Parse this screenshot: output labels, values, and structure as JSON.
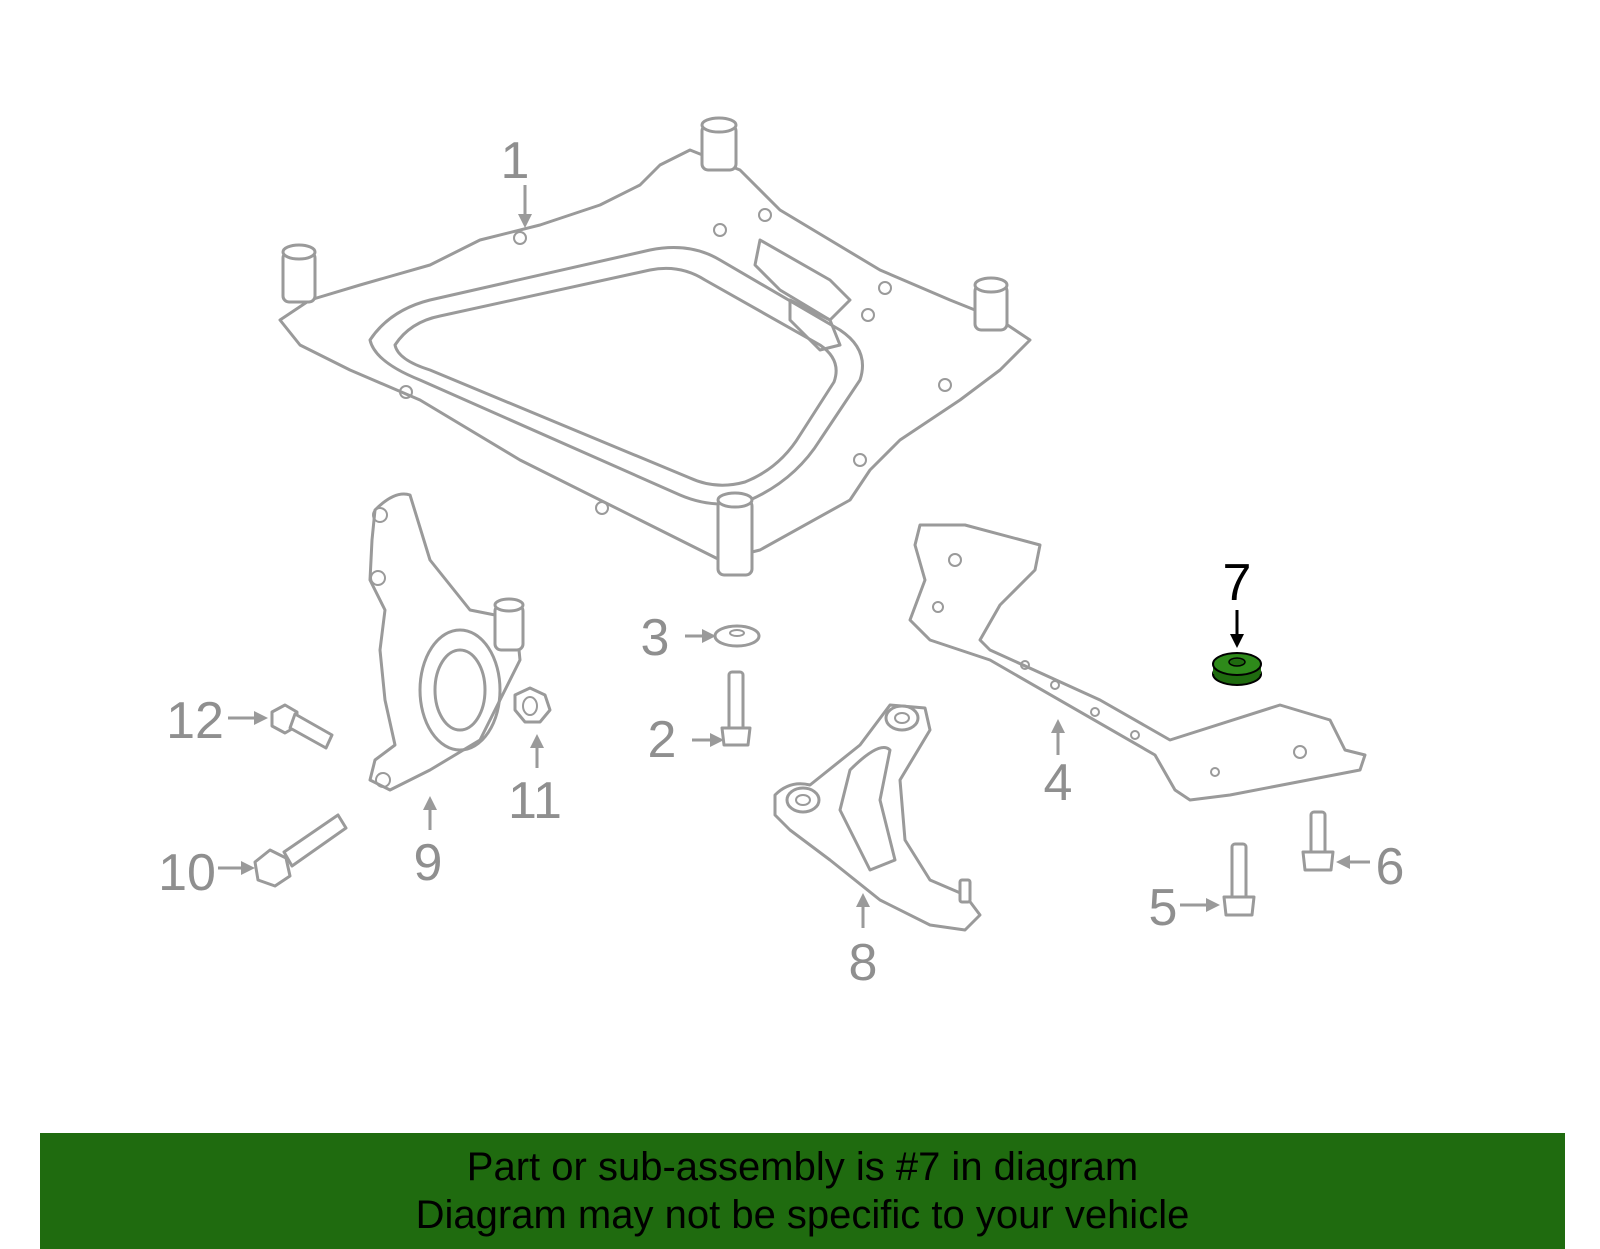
{
  "diagram": {
    "callouts": [
      {
        "id": "1",
        "label": "1"
      },
      {
        "id": "2",
        "label": "2"
      },
      {
        "id": "3",
        "label": "3"
      },
      {
        "id": "4",
        "label": "4"
      },
      {
        "id": "5",
        "label": "5"
      },
      {
        "id": "6",
        "label": "6"
      },
      {
        "id": "7",
        "label": "7"
      },
      {
        "id": "8",
        "label": "8"
      },
      {
        "id": "9",
        "label": "9"
      },
      {
        "id": "10",
        "label": "10"
      },
      {
        "id": "11",
        "label": "11"
      },
      {
        "id": "12",
        "label": "12"
      }
    ],
    "highlighted_part": "7",
    "highlight_color": "#1f6b0f",
    "line_color": "#9a9a9a"
  },
  "banner": {
    "line1": "Part or sub-assembly is #7 in diagram",
    "line2": "Diagram may not be specific to your vehicle",
    "background": "#1f6b0f"
  }
}
